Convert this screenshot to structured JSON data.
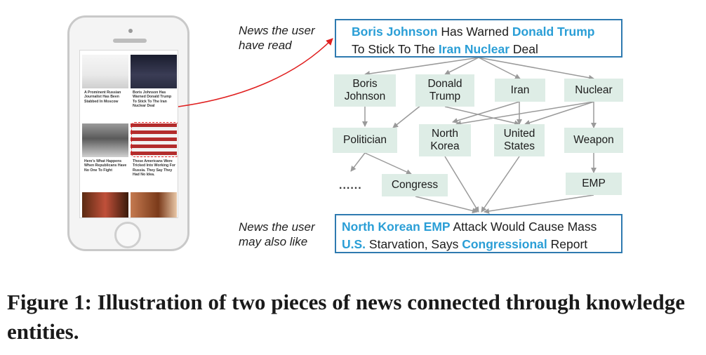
{
  "phone": {
    "tiles": [
      {
        "caption": "A Prominent Russian Journalist Has Been Stabbed In Moscow"
      },
      {
        "caption": "Boris Johnson Has Warned Donald Trump To Stick To The Iran Nuclear Deal"
      },
      {
        "caption": "Here's What Happens When Republicans Have No One To Fight"
      },
      {
        "caption": "These Americans Were Tricked Into Working For Russia. They Say They Had No Idea."
      },
      {
        "caption": ""
      },
      {
        "caption": ""
      }
    ]
  },
  "labels": {
    "read": "News the user have read",
    "like": "News the user may also like"
  },
  "news_read": {
    "parts": [
      {
        "text": "Boris Johnson",
        "entity": true
      },
      {
        "text": " Has Warned ",
        "entity": false
      },
      {
        "text": "Donald Trump",
        "entity": true
      },
      {
        "text": "To Stick To The ",
        "entity": false,
        "break_before": true
      },
      {
        "text": "Iran Nuclear",
        "entity": true
      },
      {
        "text": " Deal",
        "entity": false
      }
    ]
  },
  "news_like": {
    "parts": [
      {
        "text": "North Korean EMP",
        "entity": true
      },
      {
        "text": " Attack Would Cause Mass",
        "entity": false
      },
      {
        "text": "U.S.",
        "entity": true,
        "break_before": true
      },
      {
        "text": " Starvation, Says ",
        "entity": false
      },
      {
        "text": "Congressional",
        "entity": true
      },
      {
        "text": " Report",
        "entity": false
      }
    ]
  },
  "nodes": {
    "boris": "Boris Johnson",
    "trump": "Donald Trump",
    "iran": "Iran",
    "nuclear": "Nuclear",
    "politician": "Politician",
    "nkorea": "North Korea",
    "us": "United States",
    "weapon": "Weapon",
    "congress": "Congress",
    "emp": "EMP",
    "dots": "......"
  },
  "colors": {
    "entity": "#2a9ed6",
    "box_border": "#2e7ab0",
    "node_fill": "#deede6",
    "edge": "#9a9a9a",
    "link": "#e02020"
  },
  "caption": "Figure 1: Illustration of two pieces of news connected through knowledge entities."
}
